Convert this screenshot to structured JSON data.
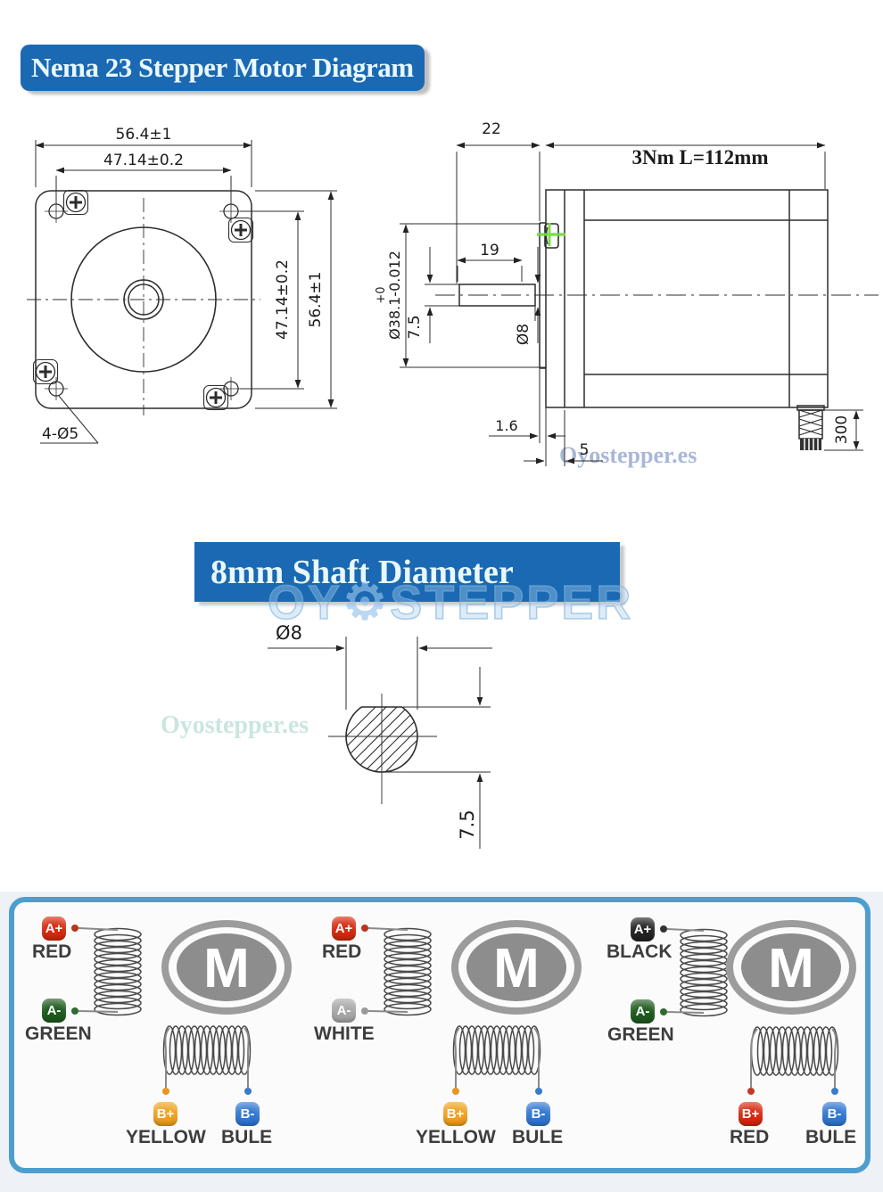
{
  "banners": {
    "main": "Nema 23 Stepper Motor Diagram",
    "shaft": "8mm Shaft Diameter"
  },
  "watermarks": {
    "logo_left": "OY",
    "gear_icon": "⚙",
    "logo_right": "STEPPER",
    "site": "Oyostepper.es"
  },
  "front_view": {
    "width_top": "56.4±1",
    "hole_span_top": "47.14±0.2",
    "hole_span_right": "47.14±0.2",
    "height_right": "56.4±1",
    "mount_holes": "4-Ø5"
  },
  "side_view": {
    "shaft_len": "22",
    "torque_length": "3Nm L=112mm",
    "flat_len": "19",
    "pilot_tol_plus": "+0",
    "pilot_dia": "Ø38.1-0.012",
    "shaft_flat": "7.5",
    "shaft_dia": "Ø8",
    "boss_depth": "1.6",
    "plate": "5",
    "cable_len": "300"
  },
  "shaft_section": {
    "dia": "Ø8",
    "flat_height": "7.5"
  },
  "wiring": {
    "motor_symbol": "M",
    "diagrams": [
      {
        "a_plus_pin": "A+",
        "a_plus_color": "RED",
        "a_minus_pin": "A-",
        "a_minus_color": "GREEN",
        "b_plus_pin": "B+",
        "b_plus_color": "YELLOW",
        "b_minus_pin": "B-",
        "b_minus_color": "BULE"
      },
      {
        "a_plus_pin": "A+",
        "a_plus_color": "RED",
        "a_minus_pin": "A-",
        "a_minus_color": "WHITE",
        "b_plus_pin": "B+",
        "b_plus_color": "YELLOW",
        "b_minus_pin": "B-",
        "b_minus_color": "BULE"
      },
      {
        "a_plus_pin": "A+",
        "a_plus_color": "BLACK",
        "a_minus_pin": "A-",
        "a_minus_color": "GREEN",
        "b_plus_pin": "B+",
        "b_plus_color": "RED",
        "b_minus_pin": "B-",
        "b_minus_color": "BULE"
      }
    ]
  },
  "colors": {
    "banner_blue": "#1a69b2",
    "panel_border": "#4d9ecf",
    "badge_red": "#d42a0e",
    "badge_green": "#1e5a1e",
    "badge_yellow": "#efa11f",
    "badge_blue": "#3077d1",
    "badge_gray": "#a8a8a8",
    "badge_black": "#222222",
    "marker_green": "#6fdb3a"
  }
}
